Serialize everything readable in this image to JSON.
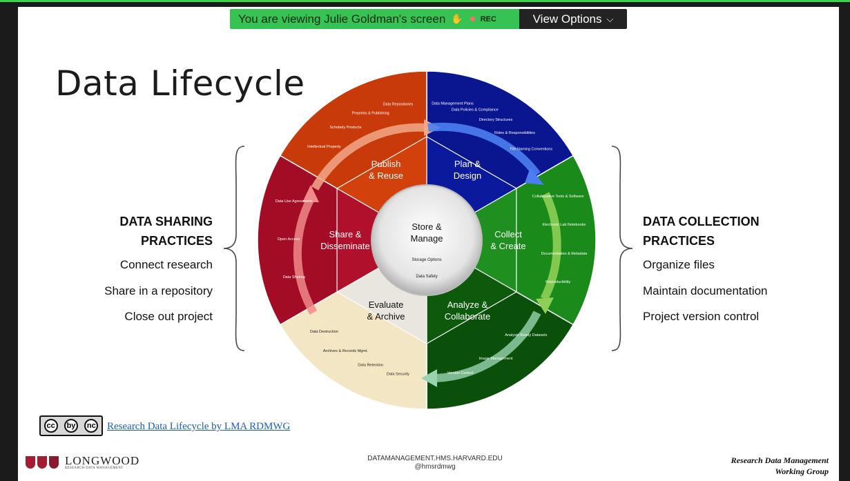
{
  "banner": {
    "viewing_text": "You are viewing Julie Goldman's screen",
    "rec_label": "REC",
    "view_options_label": "View Options"
  },
  "slide": {
    "title": "Data Lifecycle",
    "left_panel": {
      "heading_line1": "DATA SHARING",
      "heading_line2": "PRACTICES",
      "items": [
        "Connect research",
        "Share in a repository",
        "Close out project"
      ]
    },
    "right_panel": {
      "heading_line1": "DATA COLLECTION",
      "heading_line2": "PRACTICES",
      "items": [
        "Organize files",
        "Maintain documentation",
        "Project version control"
      ]
    },
    "wheel": {
      "center_title_line1": "Store &",
      "center_title_line2": "Manage",
      "center_sub1": "Storage Options",
      "center_sub2": "Data Safety",
      "segments": [
        {
          "line1": "Plan &",
          "line2": "Design",
          "color": "#0b1a9c"
        },
        {
          "line1": "Collect",
          "line2": "& Create",
          "color": "#1f8f1f"
        },
        {
          "line1": "Analyze &",
          "line2": "Collaborate",
          "color": "#0d5a0d"
        },
        {
          "line1": "Evaluate",
          "line2": "& Archive",
          "color": "#e9e5df"
        },
        {
          "line1": "Share &",
          "line2": "Disseminate",
          "color": "#b0102a"
        },
        {
          "line1": "Publish",
          "line2": "& Reuse",
          "color": "#d2400c"
        }
      ],
      "outer_labels": {
        "plan": [
          "Data Management Plans",
          "Data Policies & Compliance",
          "Directory Structures",
          "Roles & Responsibilities",
          "File Naming Conventions"
        ],
        "collect": [
          "Collaborative Tools & Software",
          "Electronic Lab Notebooks",
          "Documentation & Metadata",
          "Reproducibility"
        ],
        "analyze": [
          "Analysis Ready Datasets",
          "Image Management",
          "Version Control"
        ],
        "evaluate": [
          "Data Security",
          "Data Retention",
          "Archives & Records Mgmt.",
          "Data Destruction"
        ],
        "share": [
          "Data Sharing",
          "Open Access",
          "Data Use Agreements"
        ],
        "publish": [
          "Intellectual Property",
          "Scholarly Products",
          "Preprints & Publishing",
          "Data Repositories"
        ]
      }
    },
    "license_link": "Research Data Lifecycle by LMA RDMWG",
    "cc_icons": [
      "cc",
      "by",
      "nc"
    ],
    "footer_center_line1": "DATAMANAGEMENT.HMS.HARVARD.EDU",
    "footer_center_line2": "@hmsrdmwg",
    "footer_right_line1": "Research Data Management",
    "footer_right_line2": "Working Group",
    "logo_text": "LONGWOOD",
    "logo_subtext": "RESEARCH DATA MANAGEMENT"
  }
}
